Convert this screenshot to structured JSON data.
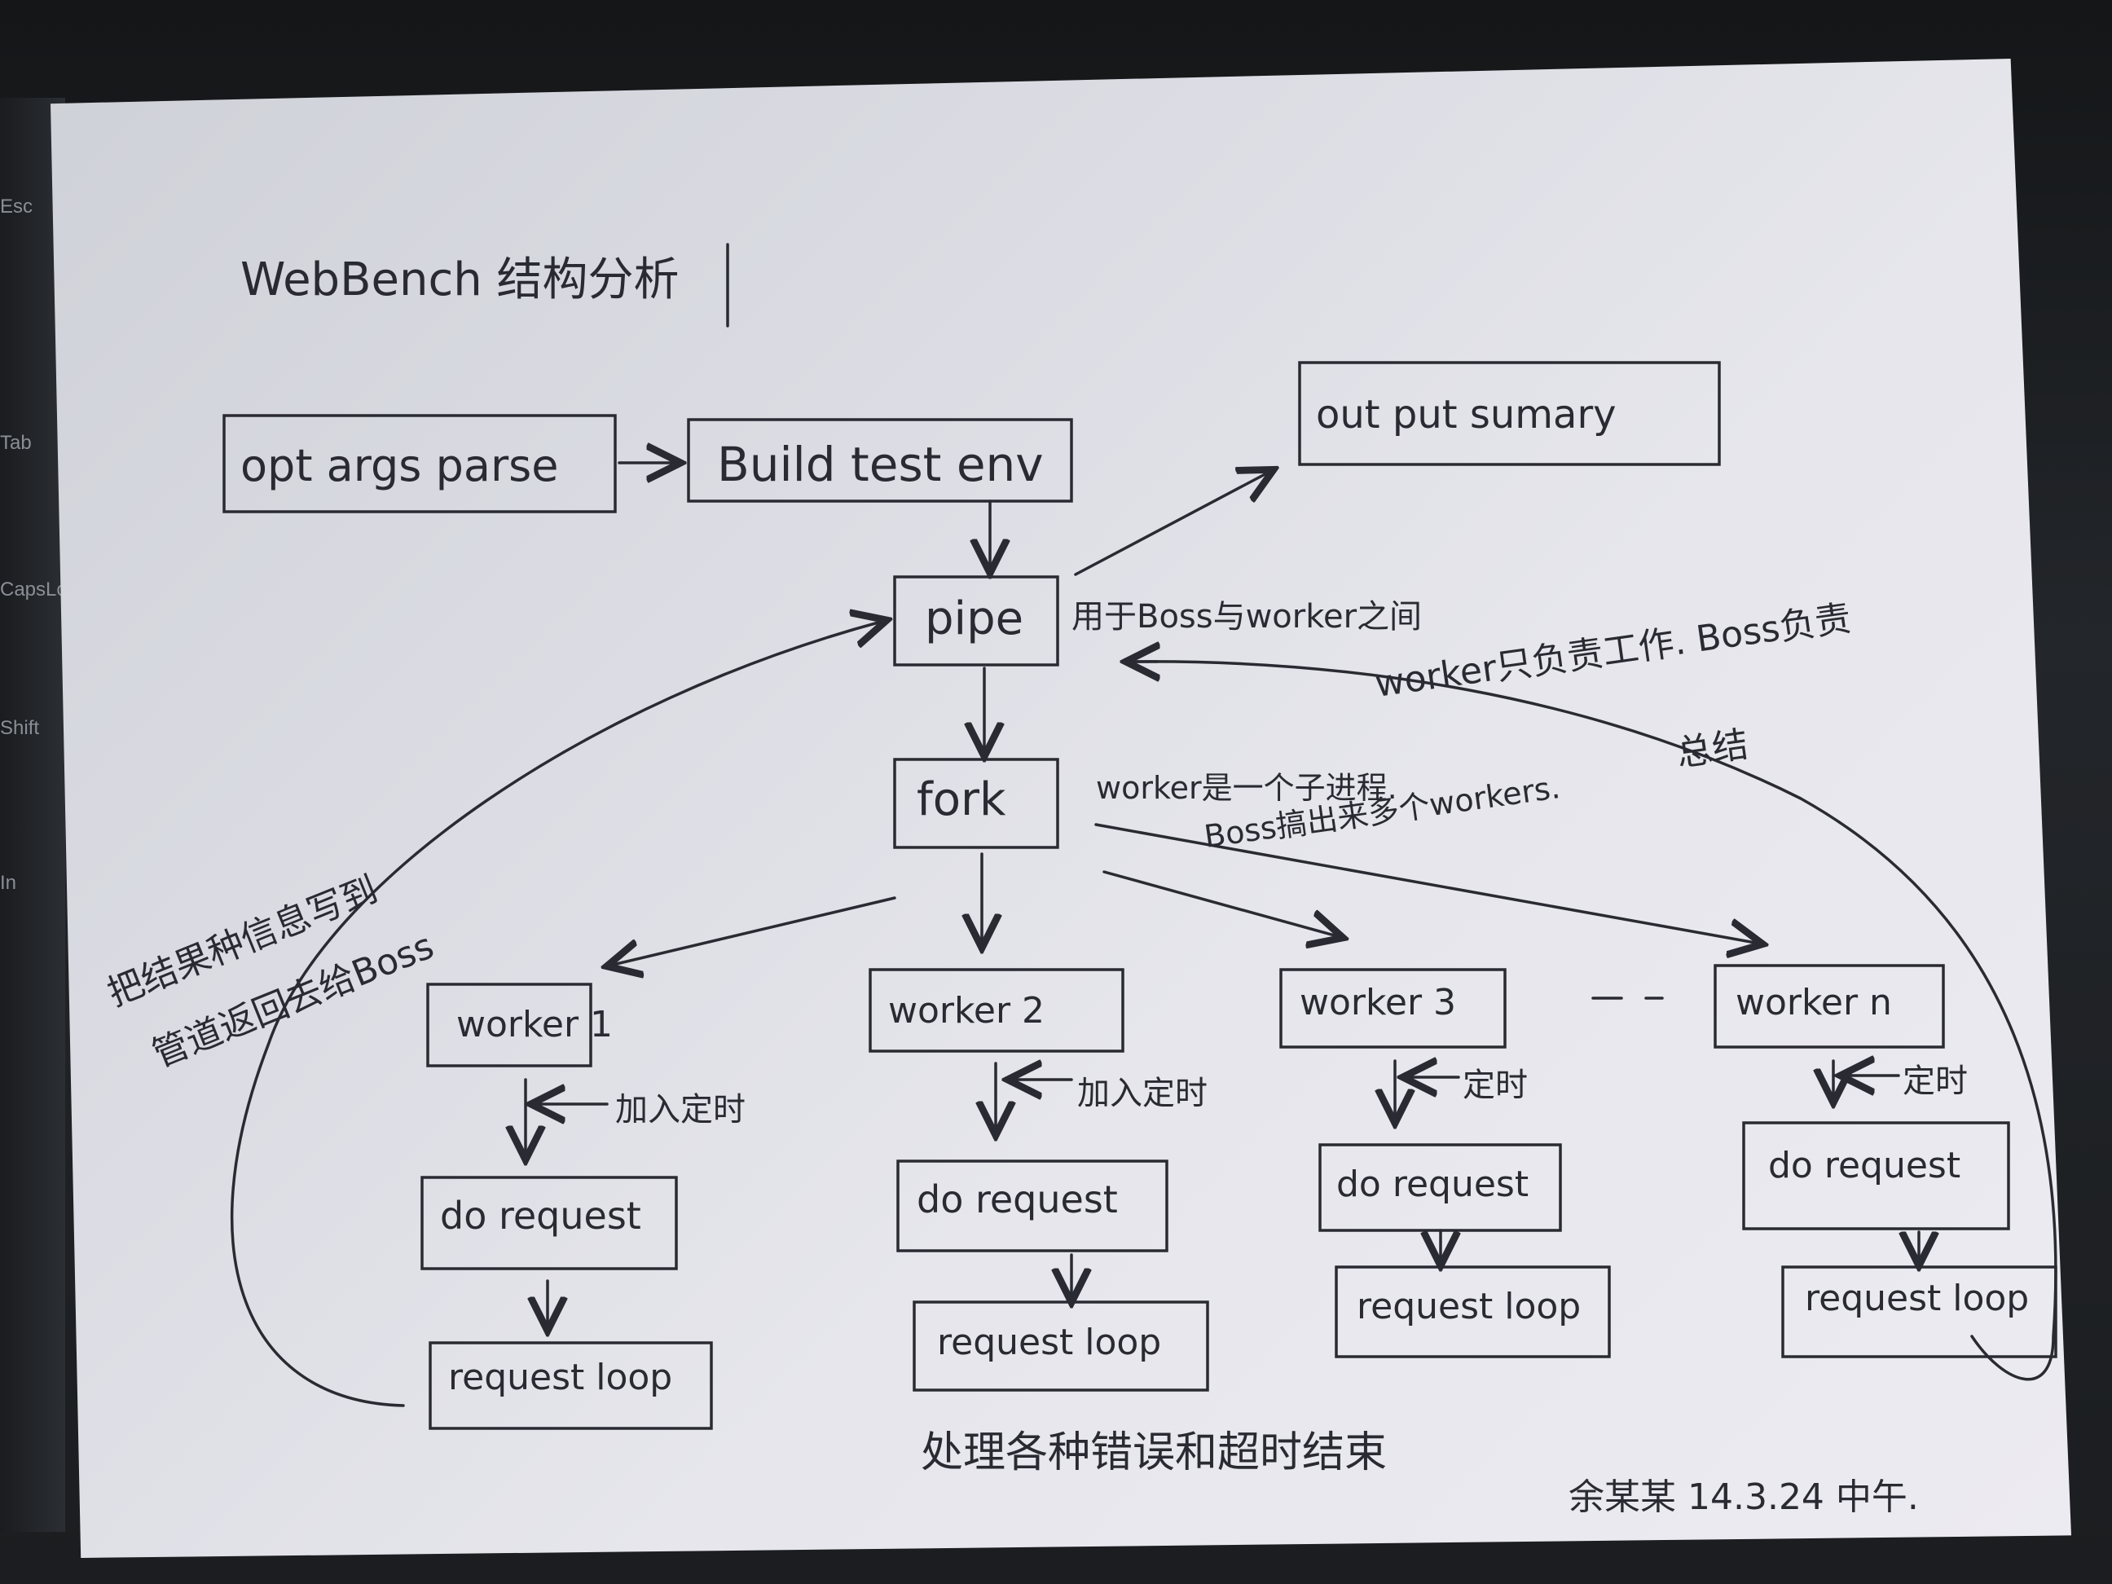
{
  "keyboard_keys": [
    "Esc",
    "Tab",
    "CapsLock",
    "Shift",
    "In"
  ],
  "diagram": {
    "title": "WebBench 结构分析",
    "boxes": {
      "opt_args": "opt args parse",
      "build_env": "Build test env",
      "output_summary": "out put sumary",
      "pipe": "pipe",
      "fork": "fork",
      "worker1": "worker 1",
      "worker2": "worker 2",
      "worker3": "worker 3",
      "workern": "worker n",
      "do_request_1": "do request",
      "do_request_2": "do request",
      "do_request_3": "do request",
      "do_request_n": "do request",
      "request_loop_1": "request loop",
      "request_loop_2": "request loop",
      "request_loop_3": "request loop",
      "request_loop_n": "request loop"
    },
    "annotations": {
      "pipe_note": "用于Boss与worker之间",
      "worker_note_1": "worker只负责工作. Boss负责",
      "worker_note_2": "总结",
      "fork_note_1": "worker是一个子进程.",
      "fork_note_2": "Boss搞出来多个workers.",
      "left_note_1": "把结果种信息写到",
      "left_note_2": "管道返回去给Boss",
      "timer_1": "加入定时",
      "timer_2": "加入定时",
      "timer_3": "定时",
      "timer_n": "定时",
      "bottom_note": "处理各种错误和超时结束",
      "signature": "余某某 14.3.24 中午."
    }
  }
}
